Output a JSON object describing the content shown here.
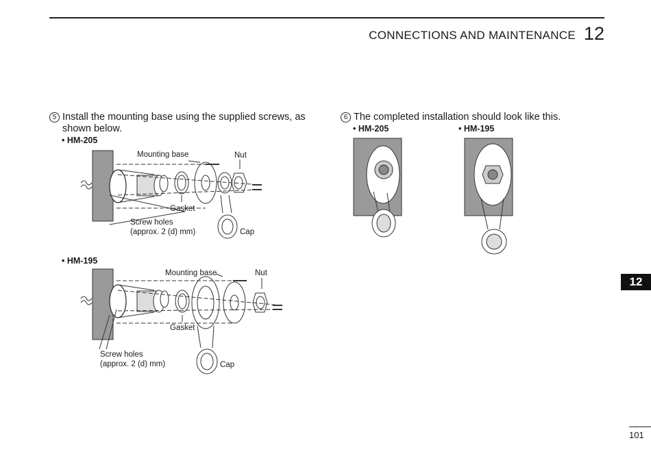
{
  "header": {
    "title": "CONNECTIONS AND MAINTENANCE",
    "chapter": "12"
  },
  "step5": {
    "number": "5",
    "text_line1": "Install the mounting base using the supplied screws, as",
    "text_line2": "shown below."
  },
  "step6": {
    "number": "6",
    "text": "The completed installation should look like this."
  },
  "models": {
    "hm205": "• HM-205",
    "hm195": "• HM-195"
  },
  "fig_labels": {
    "mounting_base": "Mounting base",
    "nut": "Nut",
    "gasket": "Gasket",
    "screw_holes": "Screw holes",
    "screw_holes_size": "(approx. 2 (d) mm)",
    "cap": "Cap"
  },
  "side_tab": "12",
  "page_number": "101"
}
